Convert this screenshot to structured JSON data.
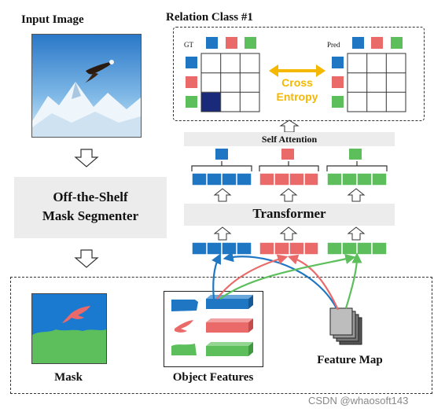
{
  "input_image": {
    "title": "Input Image"
  },
  "segmenter": {
    "line1": "Off-the-Shelf",
    "line2": "Mask Segmenter"
  },
  "relation": {
    "title": "Relation Class #1",
    "gt_label": "GT",
    "pred_label": "Pred",
    "loss_line1": "Cross",
    "loss_line2": "Entropy"
  },
  "self_attention": {
    "label": "Self Attention"
  },
  "transformer": {
    "label": "Transformer"
  },
  "bottom": {
    "mask_caption": "Mask",
    "object_features_caption": "Object Features",
    "feature_map_caption": "Feature Map"
  },
  "colors": {
    "blue": "#1f77c4",
    "red": "#ea6a6a",
    "green": "#5cbf5c",
    "navy": "#1a2a7a",
    "yellow": "#f5b800"
  },
  "watermark": "CSDN @whaosoft143"
}
